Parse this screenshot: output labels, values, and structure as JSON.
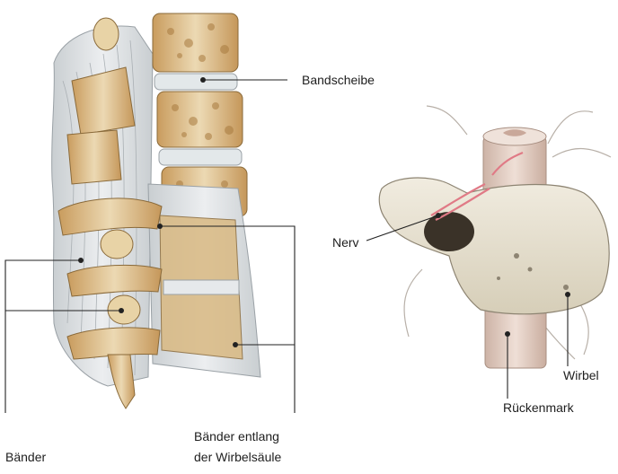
{
  "labels": {
    "bandscheibe": "Bandscheibe",
    "nerv": "Nerv",
    "wirbel": "Wirbel",
    "rueckenmark": "Rückenmark",
    "baender": "Bänder",
    "baender_entlang_line1": "Bänder entlang",
    "baender_entlang_line2": "der Wirbelsäule"
  },
  "colors": {
    "bone": "#dcc59a",
    "bone_shadow": "#b8925c",
    "ligament": "#d9dcde",
    "disc": "#e3e8ea",
    "nerve": "#e07a86",
    "spinal_cord": "#e6d2c6",
    "leader_line": "#222222"
  }
}
